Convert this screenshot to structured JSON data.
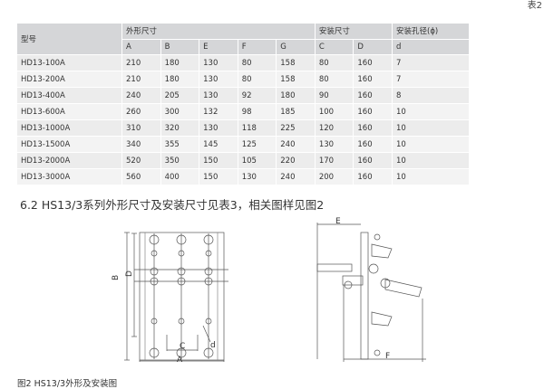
{
  "table_tag": "表2",
  "table": {
    "header_model": "型号",
    "groups": [
      "外形尺寸",
      "安装尺寸",
      "安装孔径(ϕ)"
    ],
    "columns": [
      "A",
      "B",
      "E",
      "F",
      "G",
      "C",
      "D",
      "d"
    ],
    "rows": [
      [
        "HD13-100A",
        "210",
        "180",
        "130",
        "80",
        "158",
        "80",
        "160",
        "7"
      ],
      [
        "HD13-200A",
        "210",
        "180",
        "130",
        "80",
        "158",
        "80",
        "160",
        "7"
      ],
      [
        "HD13-400A",
        "240",
        "205",
        "130",
        "92",
        "180",
        "90",
        "160",
        "8"
      ],
      [
        "HD13-600A",
        "260",
        "300",
        "132",
        "98",
        "185",
        "100",
        "160",
        "10"
      ],
      [
        "HD13-1000A",
        "310",
        "320",
        "130",
        "118",
        "225",
        "120",
        "160",
        "10"
      ],
      [
        "HD13-1500A",
        "340",
        "355",
        "145",
        "125",
        "240",
        "130",
        "160",
        "10"
      ],
      [
        "HD13-2000A",
        "520",
        "350",
        "150",
        "105",
        "220",
        "170",
        "160",
        "10"
      ],
      [
        "HD13-3000A",
        "560",
        "400",
        "150",
        "130",
        "240",
        "200",
        "160",
        "10"
      ]
    ]
  },
  "section_text": "6.2 HS13/3系列外形尺寸及安装尺寸见表3，相关图样见图2",
  "figure": {
    "labels": {
      "A": "A",
      "B": "B",
      "C": "C",
      "D": "D",
      "d": "d",
      "E": "E",
      "F": "F"
    },
    "caption": "图2  HS13/3外形及安装图"
  }
}
